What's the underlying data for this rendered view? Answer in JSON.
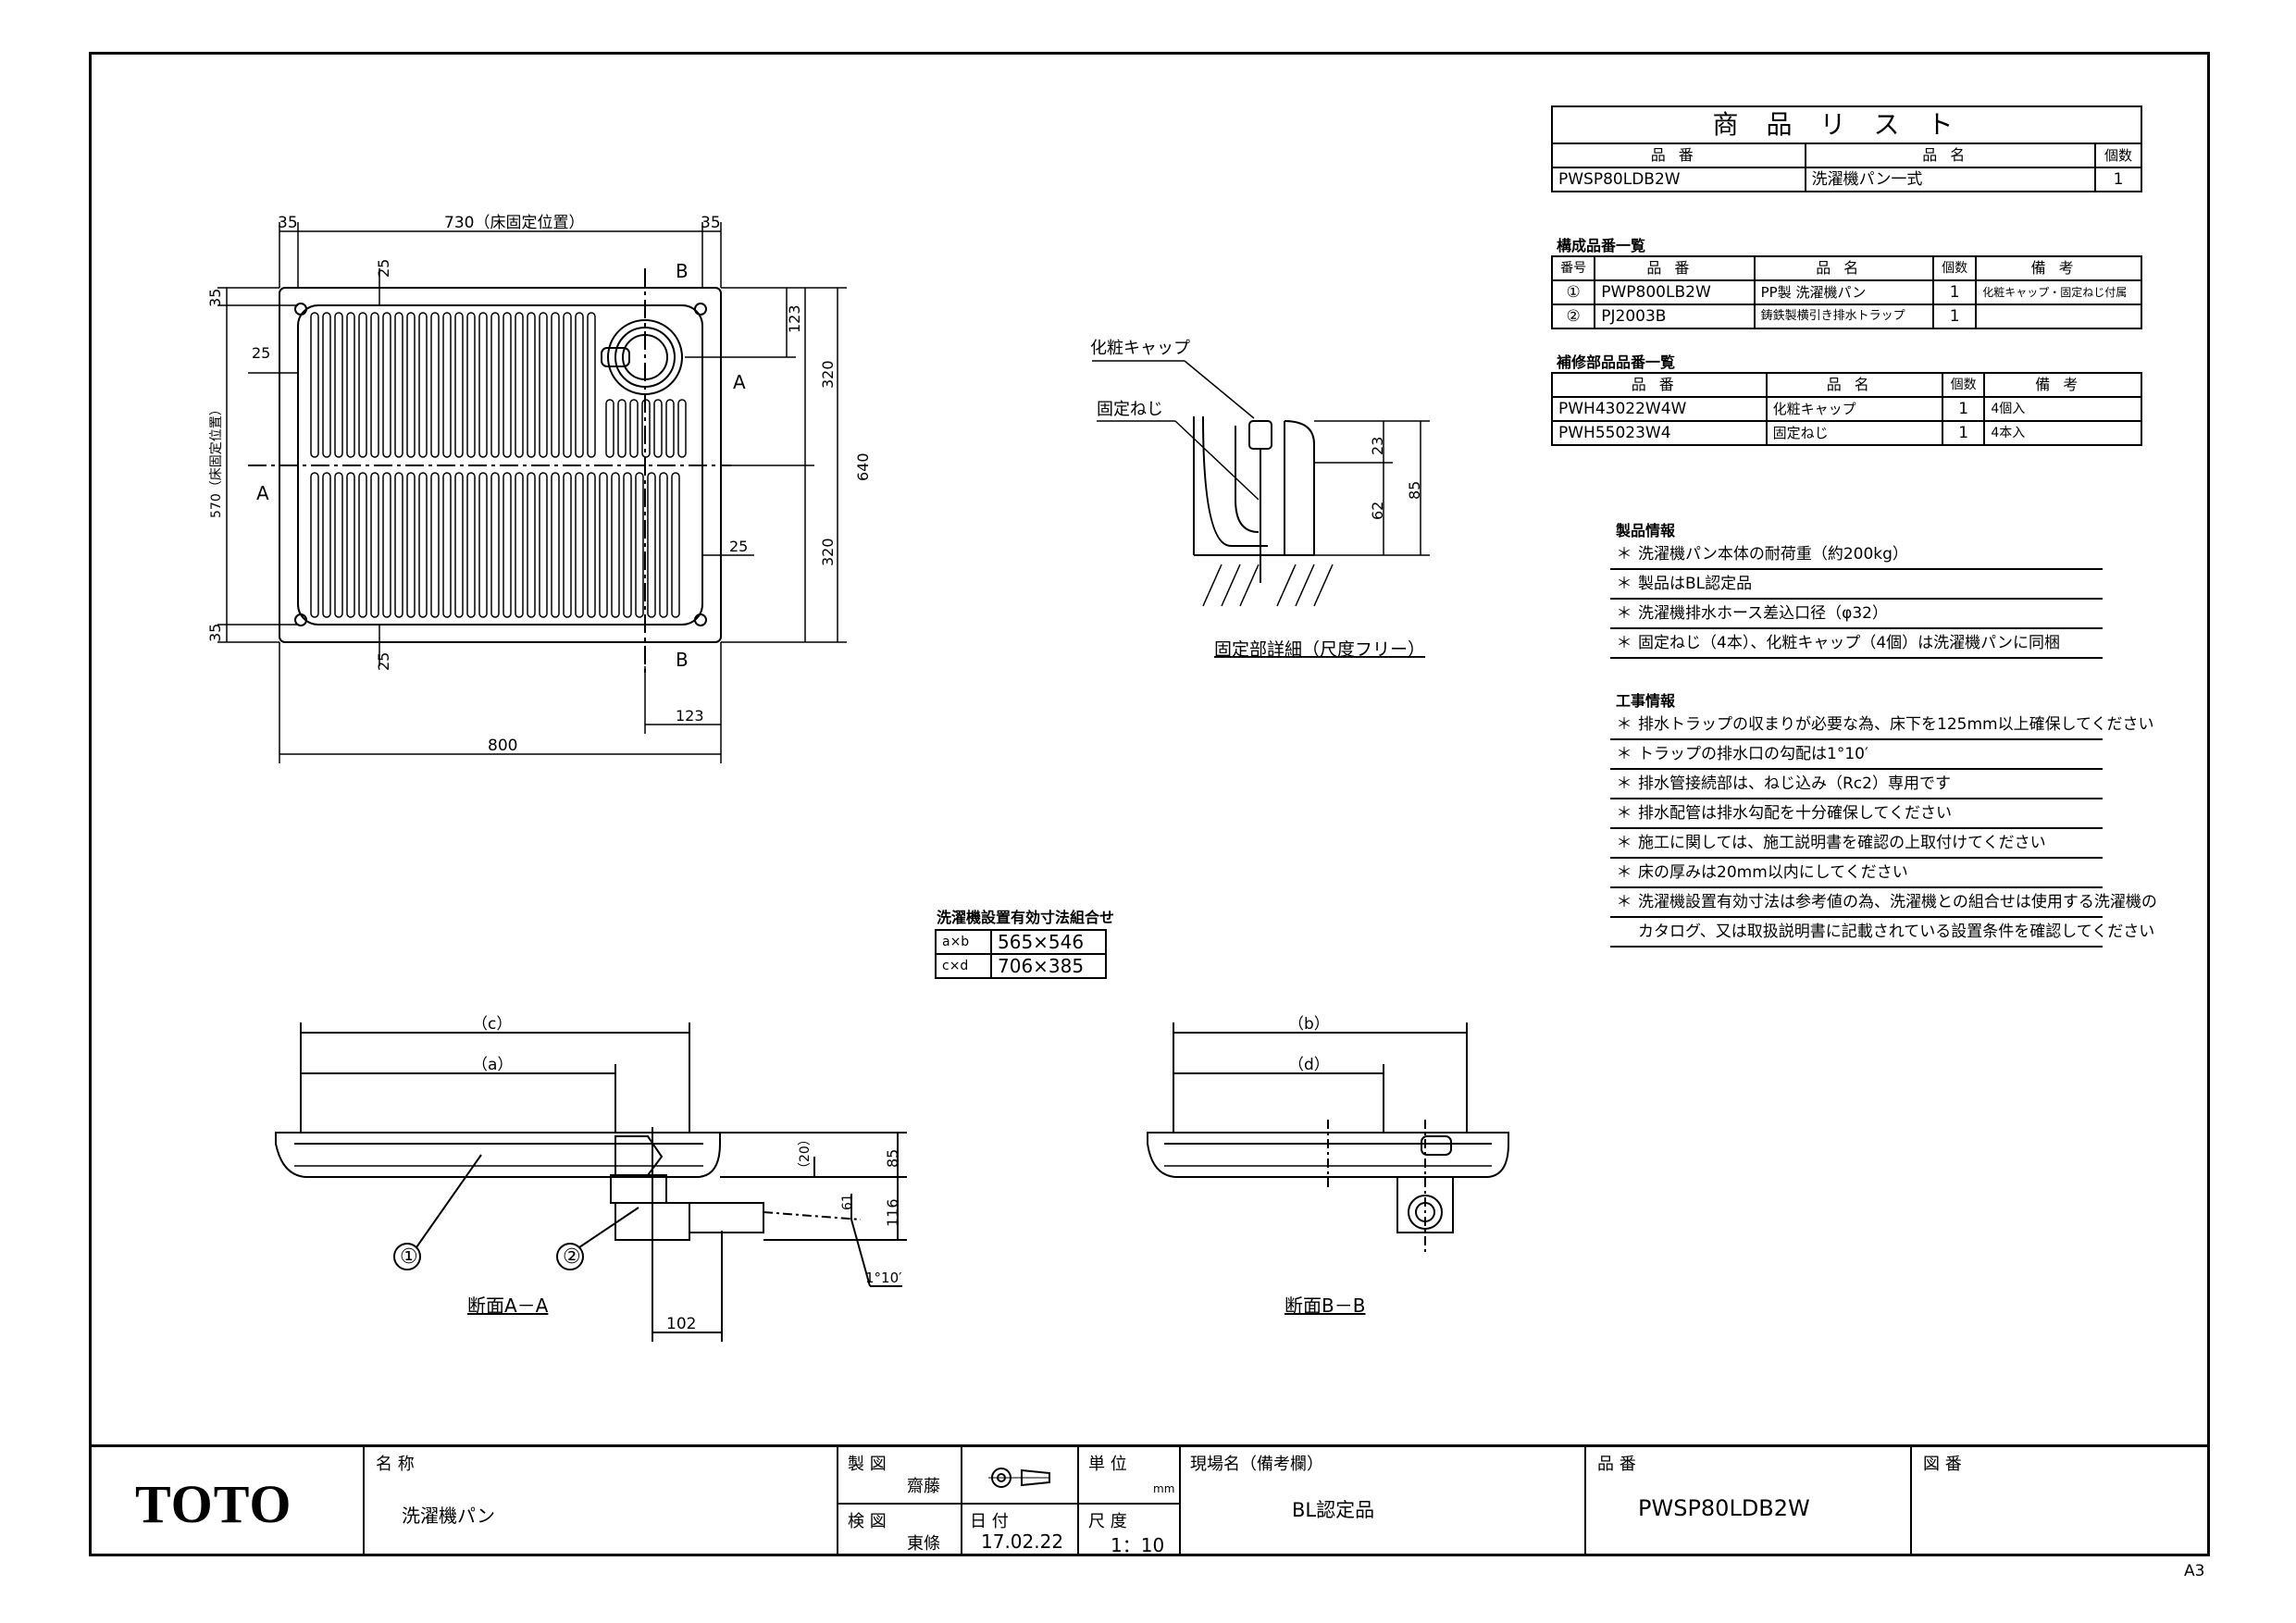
{
  "product_list": {
    "title": "商品リスト",
    "headers": {
      "part_no": "品番",
      "name": "品名",
      "qty": "個数"
    },
    "rows": [
      {
        "part_no": "PWSP80LDB2W",
        "name": "洗濯機パン一式",
        "qty": "1"
      }
    ]
  },
  "components": {
    "title": "構成品番一覧",
    "headers": {
      "no": "番号",
      "part_no": "品番",
      "name": "品名",
      "qty": "個数",
      "remarks": "備考"
    },
    "rows": [
      {
        "no": "①",
        "part_no": "PWP800LB2W",
        "name": "PP製 洗濯機パン",
        "qty": "1",
        "remarks": "化粧キャップ・固定ねじ付属"
      },
      {
        "no": "②",
        "part_no": "PJ2003B",
        "name": "鋳鉄製横引き排水トラップ",
        "qty": "1",
        "remarks": ""
      }
    ]
  },
  "repair_parts": {
    "title": "補修部品品番一覧",
    "headers": {
      "part_no": "品番",
      "name": "品名",
      "qty": "個数",
      "remarks": "備考"
    },
    "rows": [
      {
        "part_no": "PWH43022W4W",
        "name": "化粧キャップ",
        "qty": "1",
        "remarks": "4個入"
      },
      {
        "part_no": "PWH55023W4",
        "name": "固定ねじ",
        "qty": "1",
        "remarks": "4本入"
      }
    ]
  },
  "product_info": {
    "title": "製品情報",
    "items": [
      "洗濯機パン本体の耐荷重（約200kg）",
      "製品はBL認定品",
      "洗濯機排水ホース差込口径（φ32）",
      "固定ねじ（4本）、化粧キャップ（4個）は洗濯機パンに同梱"
    ]
  },
  "construction_info": {
    "title": "工事情報",
    "items": [
      "排水トラップの収まりが必要な為、床下を125mm以上確保してください",
      "トラップの排水口の勾配は1°10′",
      "排水管接続部は、ねじ込み（Rc2）専用です",
      "排水配管は排水勾配を十分確保してください",
      "施工に関しては、施工説明書を確認の上取付けてください",
      "床の厚みは20mm以内にしてください",
      "洗濯機設置有効寸法は参考値の為、洗濯機との組合せは使用する洗濯機の",
      "カタログ、又は取扱説明書に記載されている設置条件を確認してください"
    ]
  },
  "effective_dims": {
    "title": "洗濯機設置有効寸法組合せ",
    "rows": [
      {
        "key": "a×b",
        "value": "565×546"
      },
      {
        "key": "c×d",
        "value": "706×385"
      }
    ]
  },
  "plan_view": {
    "dims": {
      "top_left": "35",
      "top_main": "730（床固定位置）",
      "top_right": "35",
      "left_top": "35",
      "left_main": "570（床固定位置）",
      "left_bottom": "35",
      "inner_top": "25",
      "inner_bottom": "25",
      "inner_left": "25",
      "inner_right": "25",
      "drain_offset_v": "123",
      "drain_offset_h": "123",
      "right_upper": "320",
      "right_lower": "320",
      "right_total": "640",
      "bottom_total": "800"
    },
    "markers": {
      "a": "A",
      "b": "B"
    }
  },
  "fixing_detail": {
    "title": "固定部詳細（尺度フリー）",
    "labels": {
      "cap": "化粧キャップ",
      "screw": "固定ねじ"
    },
    "dims": {
      "d1": "23",
      "d2": "62",
      "d3": "85"
    }
  },
  "section_aa": {
    "title": "断面A－A",
    "dims": {
      "c": "（c）",
      "a": "（a）",
      "h1": "（20）",
      "h2": "85",
      "h3": "116",
      "h4": "61",
      "slope": "1°10′",
      "w": "102"
    },
    "callouts": [
      "①",
      "②"
    ]
  },
  "section_bb": {
    "title": "断面B－B",
    "dims": {
      "b": "（b）",
      "d": "（d）"
    }
  },
  "title_block": {
    "brand": "TOTO",
    "name_label": "名 称",
    "name": "洗濯機パン",
    "drawn_label": "製 図",
    "drawn_by": "齋藤",
    "checked_label": "検 図",
    "checked_by": "東條",
    "unit_label": "単 位",
    "unit": "mm",
    "date_label": "日 付",
    "date": "17.02.22",
    "scale_label": "尺 度",
    "scale": "1：10",
    "site_label": "現場名（備考欄）",
    "site": "BL認定品",
    "part_label": "品 番",
    "part": "PWSP80LDB2W",
    "drawing_no_label": "図 番",
    "drawing_no": ""
  },
  "sheet_size": "A3"
}
